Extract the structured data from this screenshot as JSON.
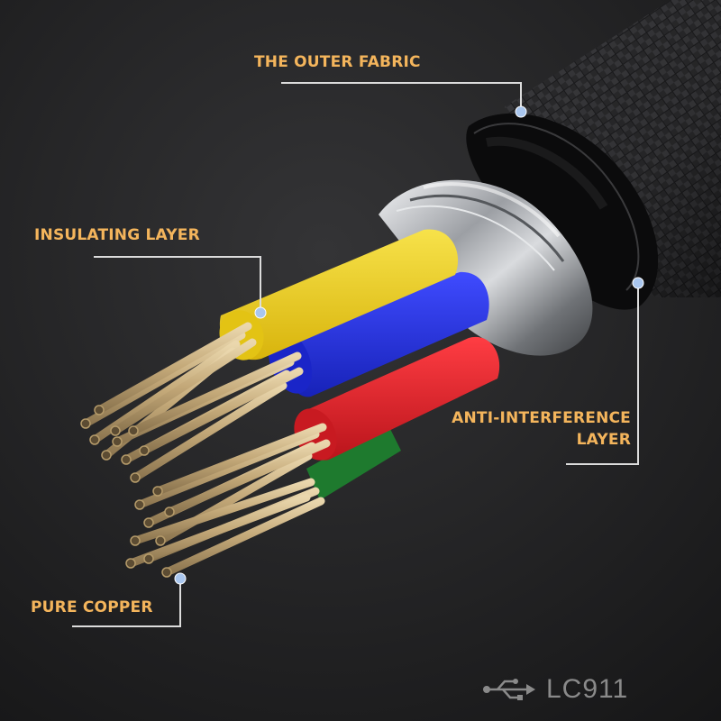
{
  "colors": {
    "background": "#1e1e1f",
    "label": "#f4b55c",
    "leader": "#dcdcdc",
    "dot": "#a9c6ee",
    "brand": "#8a8a8a",
    "fabric": "#2d2d2f",
    "shield": "#b9bcc0",
    "wire_yellow": "#f2d21a",
    "wire_blue": "#2330e0",
    "wire_red": "#e5232b",
    "wire_green": "#1e7a2e",
    "copper": "#c3a878"
  },
  "labels": {
    "outer_fabric": "THE OUTER FABRIC",
    "insulating_layer": "INSULATING LAYER",
    "anti_interference_line1": "ANTI-INTERFERENCE",
    "anti_interference_line2": "LAYER",
    "pure_copper": "PURE COPPER"
  },
  "brand": {
    "icon": "usb-icon",
    "model": "LC911"
  }
}
